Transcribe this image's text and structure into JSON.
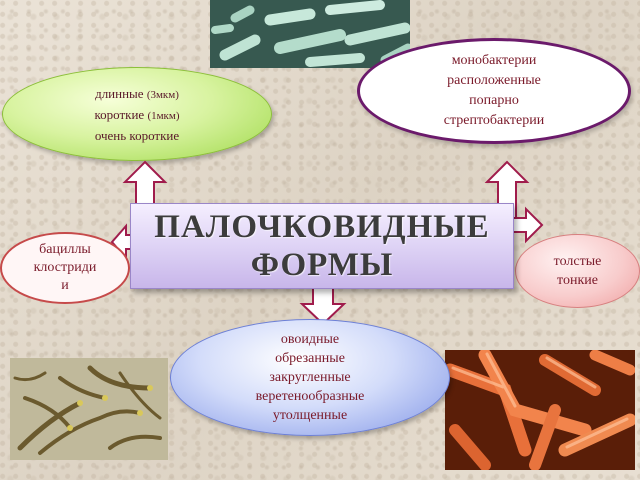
{
  "title": {
    "line1": "ПАЛОЧКОВИДНЫЕ",
    "line2": "ФОРМЫ"
  },
  "sizes": {
    "line1_text": "длинные",
    "line1_unit": "(3мкм)",
    "line2_text": "короткие",
    "line2_unit": "(1мкм)",
    "line3": "очень короткие"
  },
  "arrangement": {
    "lines": [
      "монобактерии",
      "расположенные",
      "попарно",
      "стрептобактерии"
    ]
  },
  "spores": {
    "lines": [
      "бациллы",
      "клостриди",
      "и"
    ]
  },
  "thickness": {
    "lines": [
      "толстые",
      "тонкие"
    ]
  },
  "ends": {
    "lines": [
      "овоидные",
      "обрезанные",
      "закругленные",
      "веретенообразные",
      "утолщенные"
    ]
  },
  "colors": {
    "green_fill": "#d8f3a0",
    "arrangement_border": "#6b1a6b",
    "pink_border": "#c64a4a",
    "blue_fill": "#8196e6",
    "title_fill": "#dcd0f4",
    "text": "#7a1a2a",
    "arrow_fill": "#ffffff",
    "arrow_stroke": "#a01c4c"
  },
  "icons": [
    "arrow-up-icon",
    "arrow-down-icon",
    "arrow-left-icon",
    "arrow-right-icon"
  ]
}
